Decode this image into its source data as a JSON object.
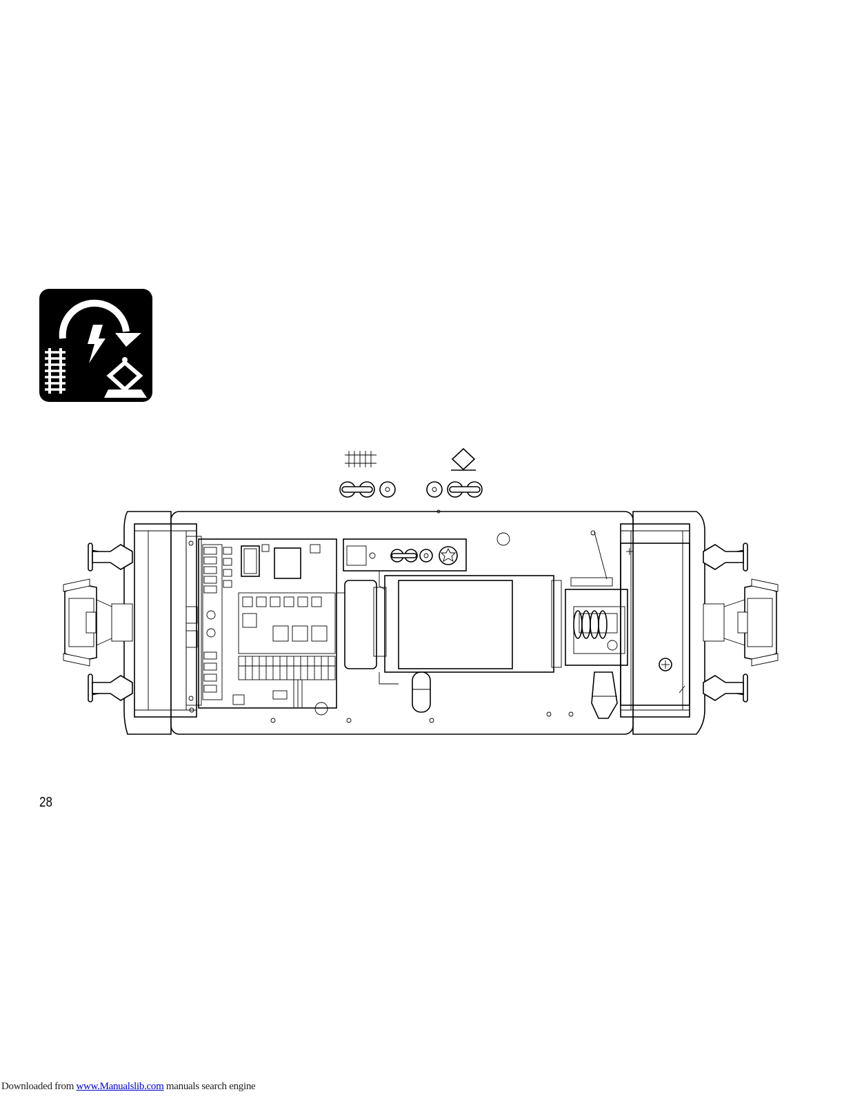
{
  "page": {
    "number": "28"
  },
  "icons": {
    "badge": "track-to-catenary-switch-icon",
    "legend_track": "track-icon",
    "legend_catenary": "catenary-icon"
  },
  "footer": {
    "prefix": "Downloaded from ",
    "link_text": "www.Manualslib.com",
    "suffix": " manuals search engine"
  },
  "colors": {
    "ink": "#000000",
    "link": "#0000cc"
  }
}
